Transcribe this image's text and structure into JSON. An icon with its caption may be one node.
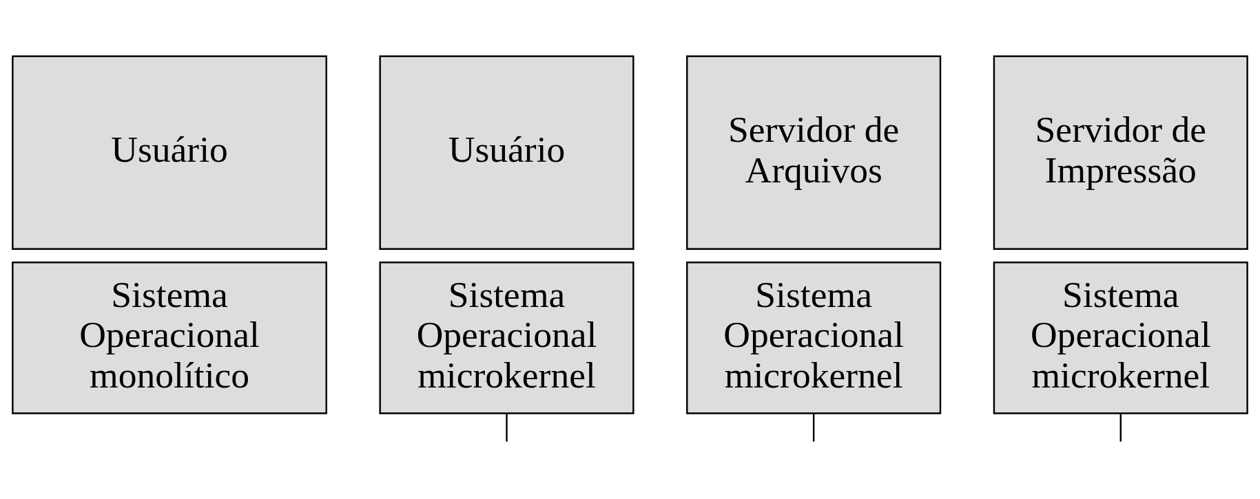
{
  "diagram": {
    "nodes": [
      {
        "text": [
          "Usuário"
        ]
      },
      {
        "text": [
          "Sistema Operacional monolítico"
        ]
      },
      {
        "text": [
          "Usuário"
        ]
      },
      {
        "text": [
          "Sistema Operacional microkernel"
        ]
      },
      {
        "text": [
          "Servidor de Arquivos"
        ]
      },
      {
        "text": [
          "Sistema Operacional microkernel"
        ]
      },
      {
        "text": [
          "Servidor de Impressão"
        ]
      },
      {
        "text": [
          "Sistema Operacional microkernel"
        ]
      }
    ],
    "edges": [
      {
        "from": 3,
        "to": null,
        "arrow": "none"
      },
      {
        "from": 5,
        "to": null,
        "arrow": "none"
      },
      {
        "from": 7,
        "to": null,
        "arrow": "none"
      }
    ]
  }
}
